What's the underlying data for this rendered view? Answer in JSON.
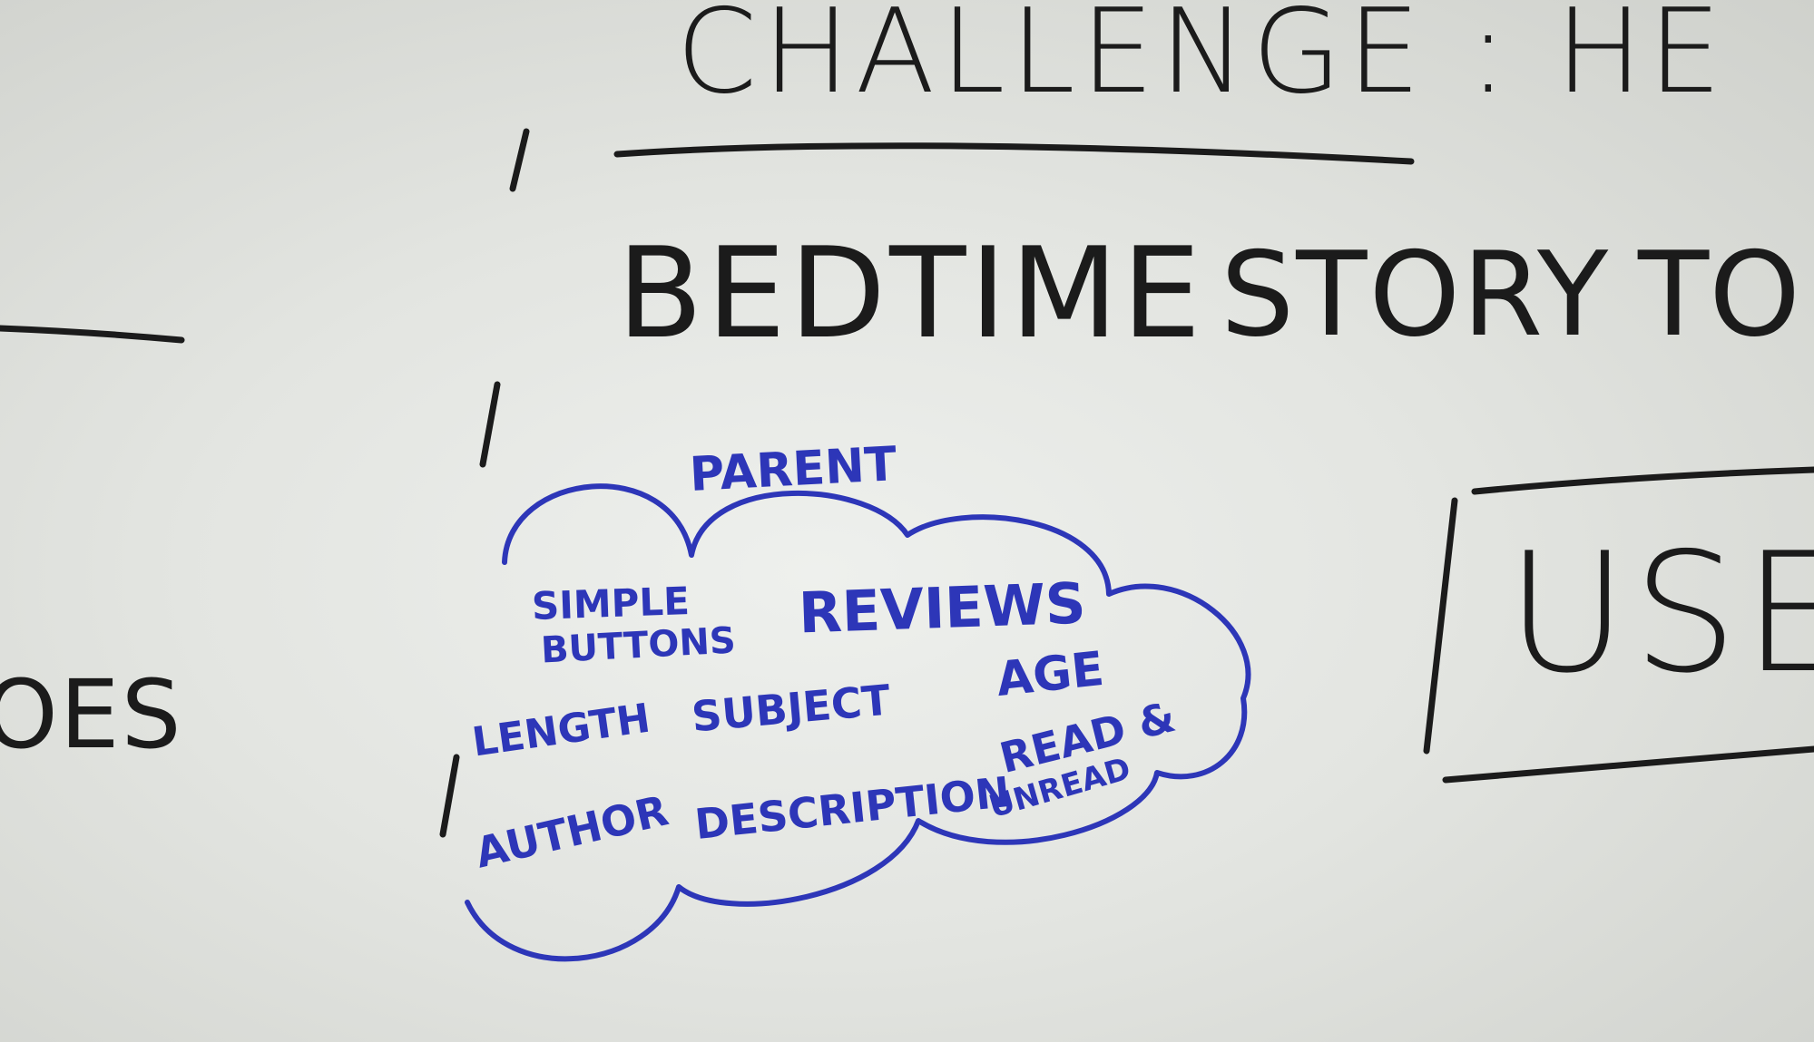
{
  "colors": {
    "board": "#e4e6e2",
    "black_marker": "#1b1b1b",
    "blue_marker": "#2d36b8"
  },
  "black_text": {
    "challenge": "CHALLENGE : HE",
    "bedtime": "BEDTIME",
    "story": "STORY",
    "to": "TO",
    "use": "USE",
    "left_fragment": "OES"
  },
  "cloud": {
    "title": "PARENT",
    "words": {
      "simple": "SIMPLE",
      "buttons": "BUTTONS",
      "reviews": "REVIEWS",
      "length": "LENGTH",
      "subject": "SUBJECT",
      "age": "AGE",
      "author": "AUTHOR",
      "description": "DESCRIPTION",
      "read": "READ &",
      "unread": "UNREAD"
    }
  }
}
